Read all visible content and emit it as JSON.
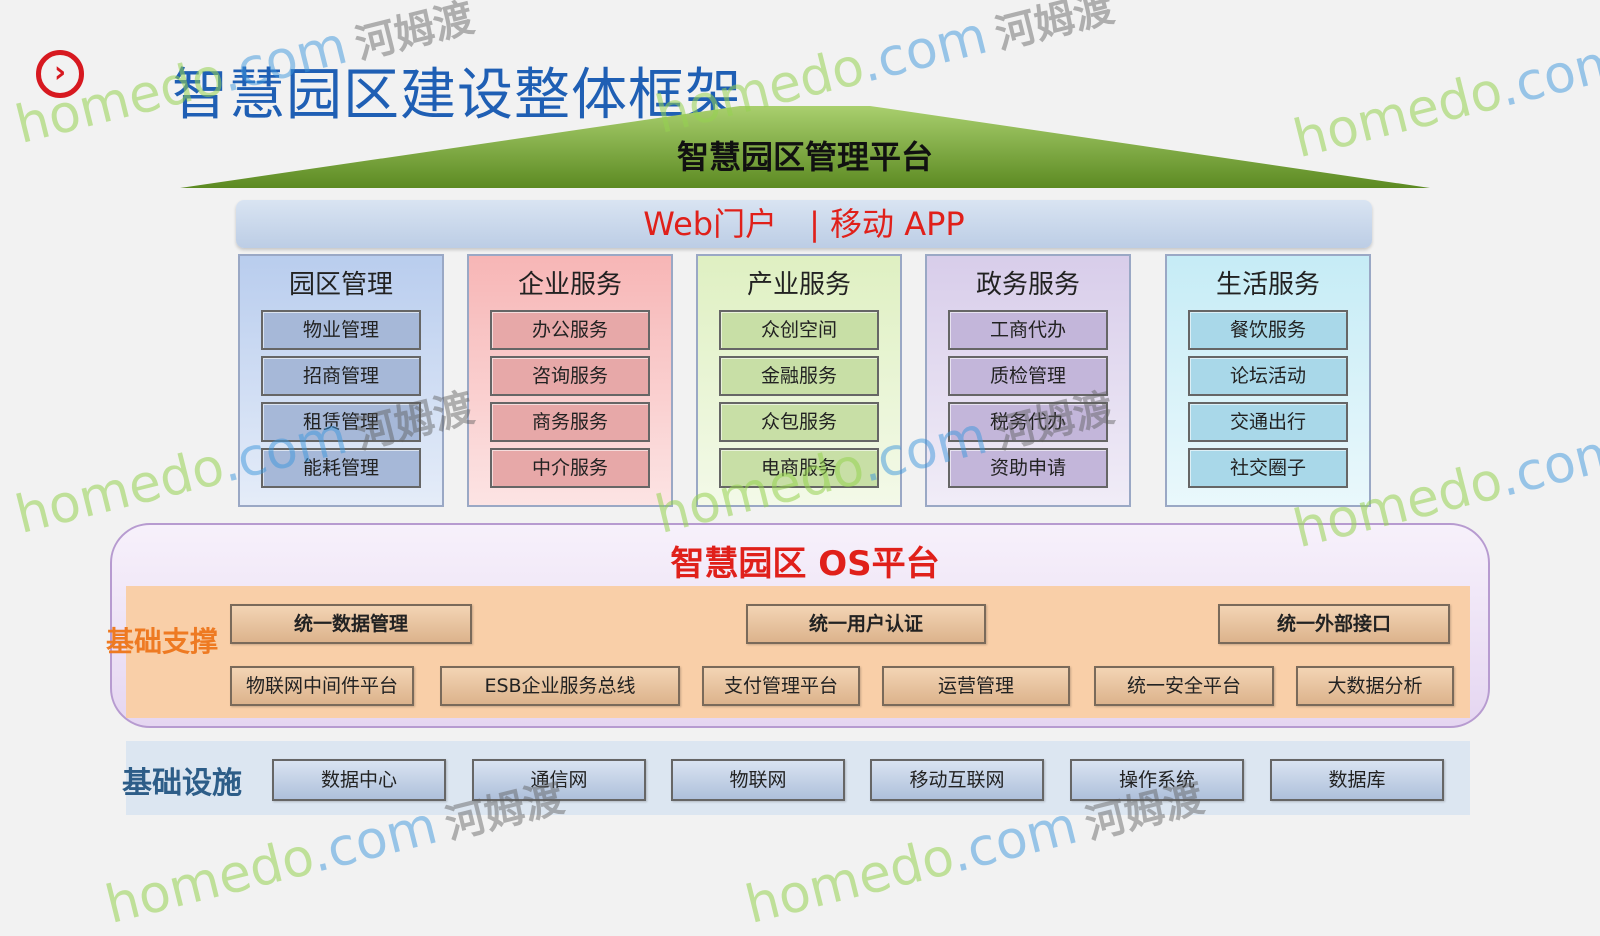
{
  "title": "智慧园区建设整体框架",
  "logo_glyph": "›",
  "platform_title": "智慧园区管理平台",
  "portal": "Web门户　|  移动 APP",
  "columns": [
    {
      "title": "园区管理",
      "items": [
        "物业管理",
        "招商管理",
        "租赁管理",
        "能耗管理"
      ],
      "bg": "#b9cdee",
      "item_bg": "#a6b8d8"
    },
    {
      "title": "企业服务",
      "items": [
        "办公服务",
        "咨询服务",
        "商务服务",
        "中介服务"
      ],
      "bg": "#f7b6b6",
      "item_bg": "#e7a8a8"
    },
    {
      "title": "产业服务",
      "items": [
        "众创空间",
        "金融服务",
        "众包服务",
        "电商服务"
      ],
      "bg": "#dff0c2",
      "item_bg": "#c8dfa6"
    },
    {
      "title": "政务服务",
      "items": [
        "工商代办",
        "质检管理",
        "税务代办",
        "资助申请"
      ],
      "bg": "#d8cdea",
      "item_bg": "#c3b6da"
    },
    {
      "title": "生活服务",
      "items": [
        "餐饮服务",
        "论坛活动",
        "交通出行",
        "社交圈子"
      ],
      "bg": "#c6ecf6",
      "item_bg": "#a9d8e9"
    }
  ],
  "os_title": "智慧园区 OS平台",
  "base_label": "基础支撑",
  "base_top": [
    "统一数据管理",
    "统一用户认证",
    "统一外部接口"
  ],
  "base_bottom": [
    "物联网中间件平台",
    "ESB企业服务总线",
    "支付管理平台",
    "运营管理",
    "统一安全平台",
    "大数据分析"
  ],
  "infra_label": "基础设施",
  "infra": [
    "数据中心",
    "通信网",
    "物联网",
    "移动互联网",
    "操作系统",
    "数据库"
  ],
  "watermark": {
    "brand": "homedo",
    "domain": ".com",
    "cn": "河姆渡"
  }
}
